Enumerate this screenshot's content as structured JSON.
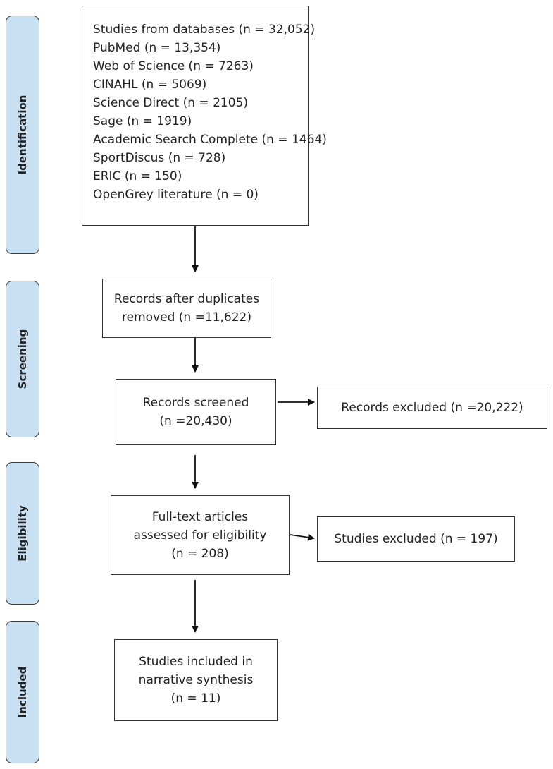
{
  "phases": {
    "identification": "Identification",
    "screening": "Screening",
    "eligibility": "Eligibility",
    "included": "Included"
  },
  "databases_box": {
    "lines": [
      "Studies from databases (n = 32,052)",
      "PubMed (n = 13,354)",
      "Web of Science (n = 7263)",
      "CINAHL (n = 5069)",
      "Science Direct (n = 2105)",
      "Sage (n = 1919)",
      "Academic Search Complete (n = 1464)",
      "SportDiscus (n = 728)",
      "ERIC (n = 150)",
      "OpenGrey literature (n = 0)"
    ]
  },
  "duplicates_box": {
    "lines": [
      "Records after duplicates",
      "removed (n =11,622)"
    ]
  },
  "screened_box": {
    "lines": [
      "Records screened",
      "(n =20,430)"
    ]
  },
  "excluded_records_box": {
    "lines": [
      "Records excluded (n =20,222)"
    ]
  },
  "fulltext_box": {
    "lines": [
      "Full-text articles",
      "assessed for eligibility",
      "(n = 208)"
    ]
  },
  "excluded_studies_box": {
    "lines": [
      "Studies excluded (n = 197)"
    ]
  },
  "included_box": {
    "lines": [
      "Studies included in",
      "narrative synthesis",
      "(n = 11)"
    ]
  }
}
